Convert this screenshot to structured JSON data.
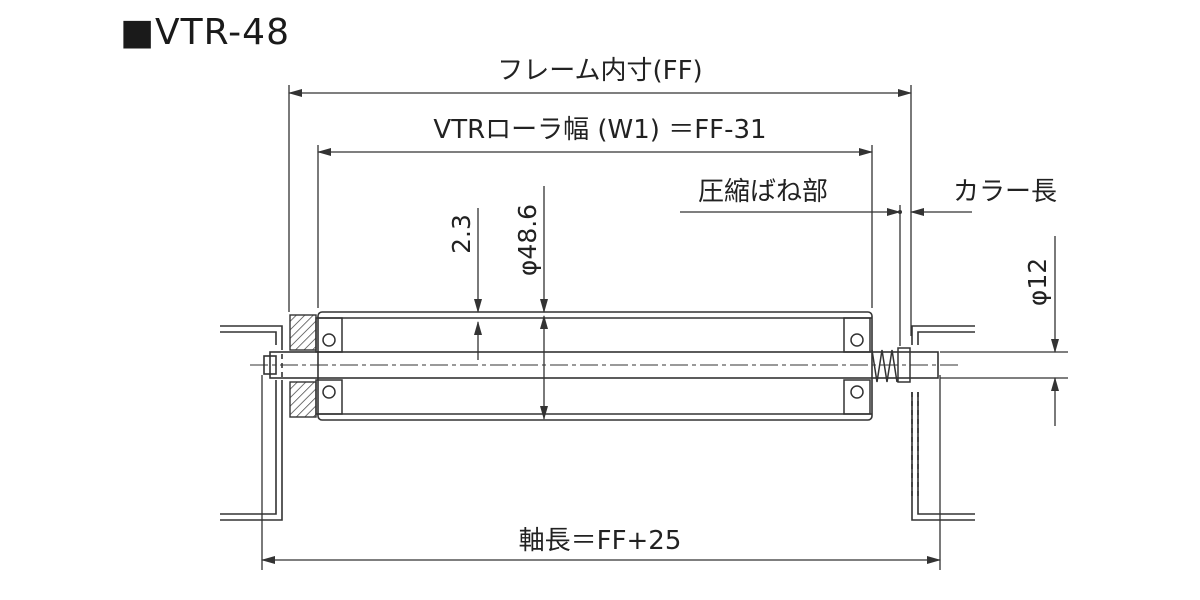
{
  "title": "■VTR-48",
  "labels": {
    "frame_inner": "フレーム内寸(FF)",
    "roller_width": "VTRローラ幅 (W1) ＝FF-31",
    "compression_spring": "圧縮ばね部",
    "collar_length": "カラー長",
    "wall_thickness": "2.3",
    "roller_diameter": "φ48.6",
    "shaft_diameter": "φ12",
    "shaft_length": "軸長＝FF+25"
  },
  "colors": {
    "line": "#333333",
    "text": "#222222",
    "background": "#ffffff"
  }
}
